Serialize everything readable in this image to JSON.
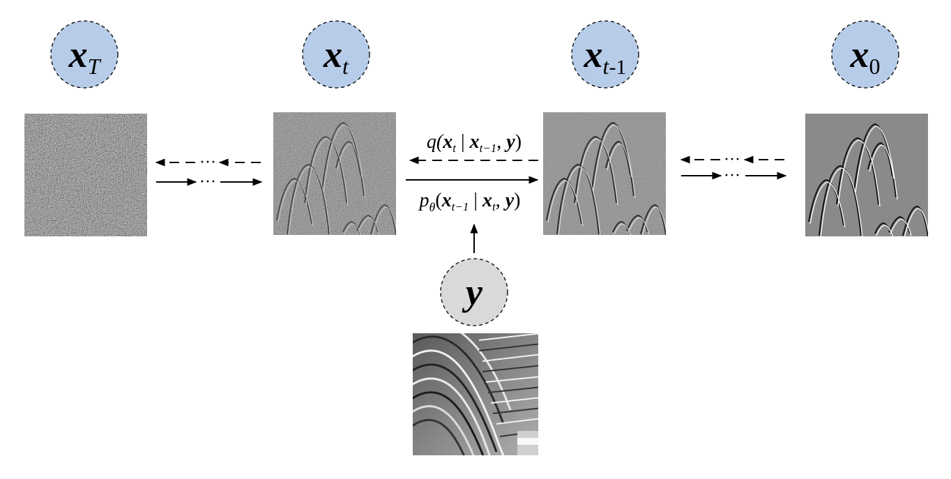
{
  "nodes": [
    {
      "id": "x-T",
      "var": "x",
      "sub": "T",
      "sub_style": "italic"
    },
    {
      "id": "x-t",
      "var": "x",
      "sub": "t",
      "sub_style": "italic"
    },
    {
      "id": "x-t-1",
      "var": "x",
      "sub": "t",
      "sub2": "-1",
      "sub_style": "italic"
    },
    {
      "id": "x-0",
      "var": "x",
      "sub": "0",
      "sub_style": "upright"
    }
  ],
  "condition": {
    "var": "y"
  },
  "forward_process": {
    "fn": "q(",
    "a": "x",
    "a_sub": "t",
    "bar": " | ",
    "b": "x",
    "b_sub": "t−1",
    "comma": ", ",
    "c": "y",
    "close": ")"
  },
  "reverse_process": {
    "fn": "p",
    "fn_sub": "θ",
    "open": "(",
    "a": "x",
    "a_sub": "t−1",
    "bar": " | ",
    "b": "x",
    "b_sub": "t",
    "comma": ", ",
    "c": "y",
    "close": ")"
  },
  "ellipsis": "···",
  "colors": {
    "node_fill": "#b7cce8",
    "condition_fill": "#d9d9d9",
    "stroke": "#000000"
  }
}
